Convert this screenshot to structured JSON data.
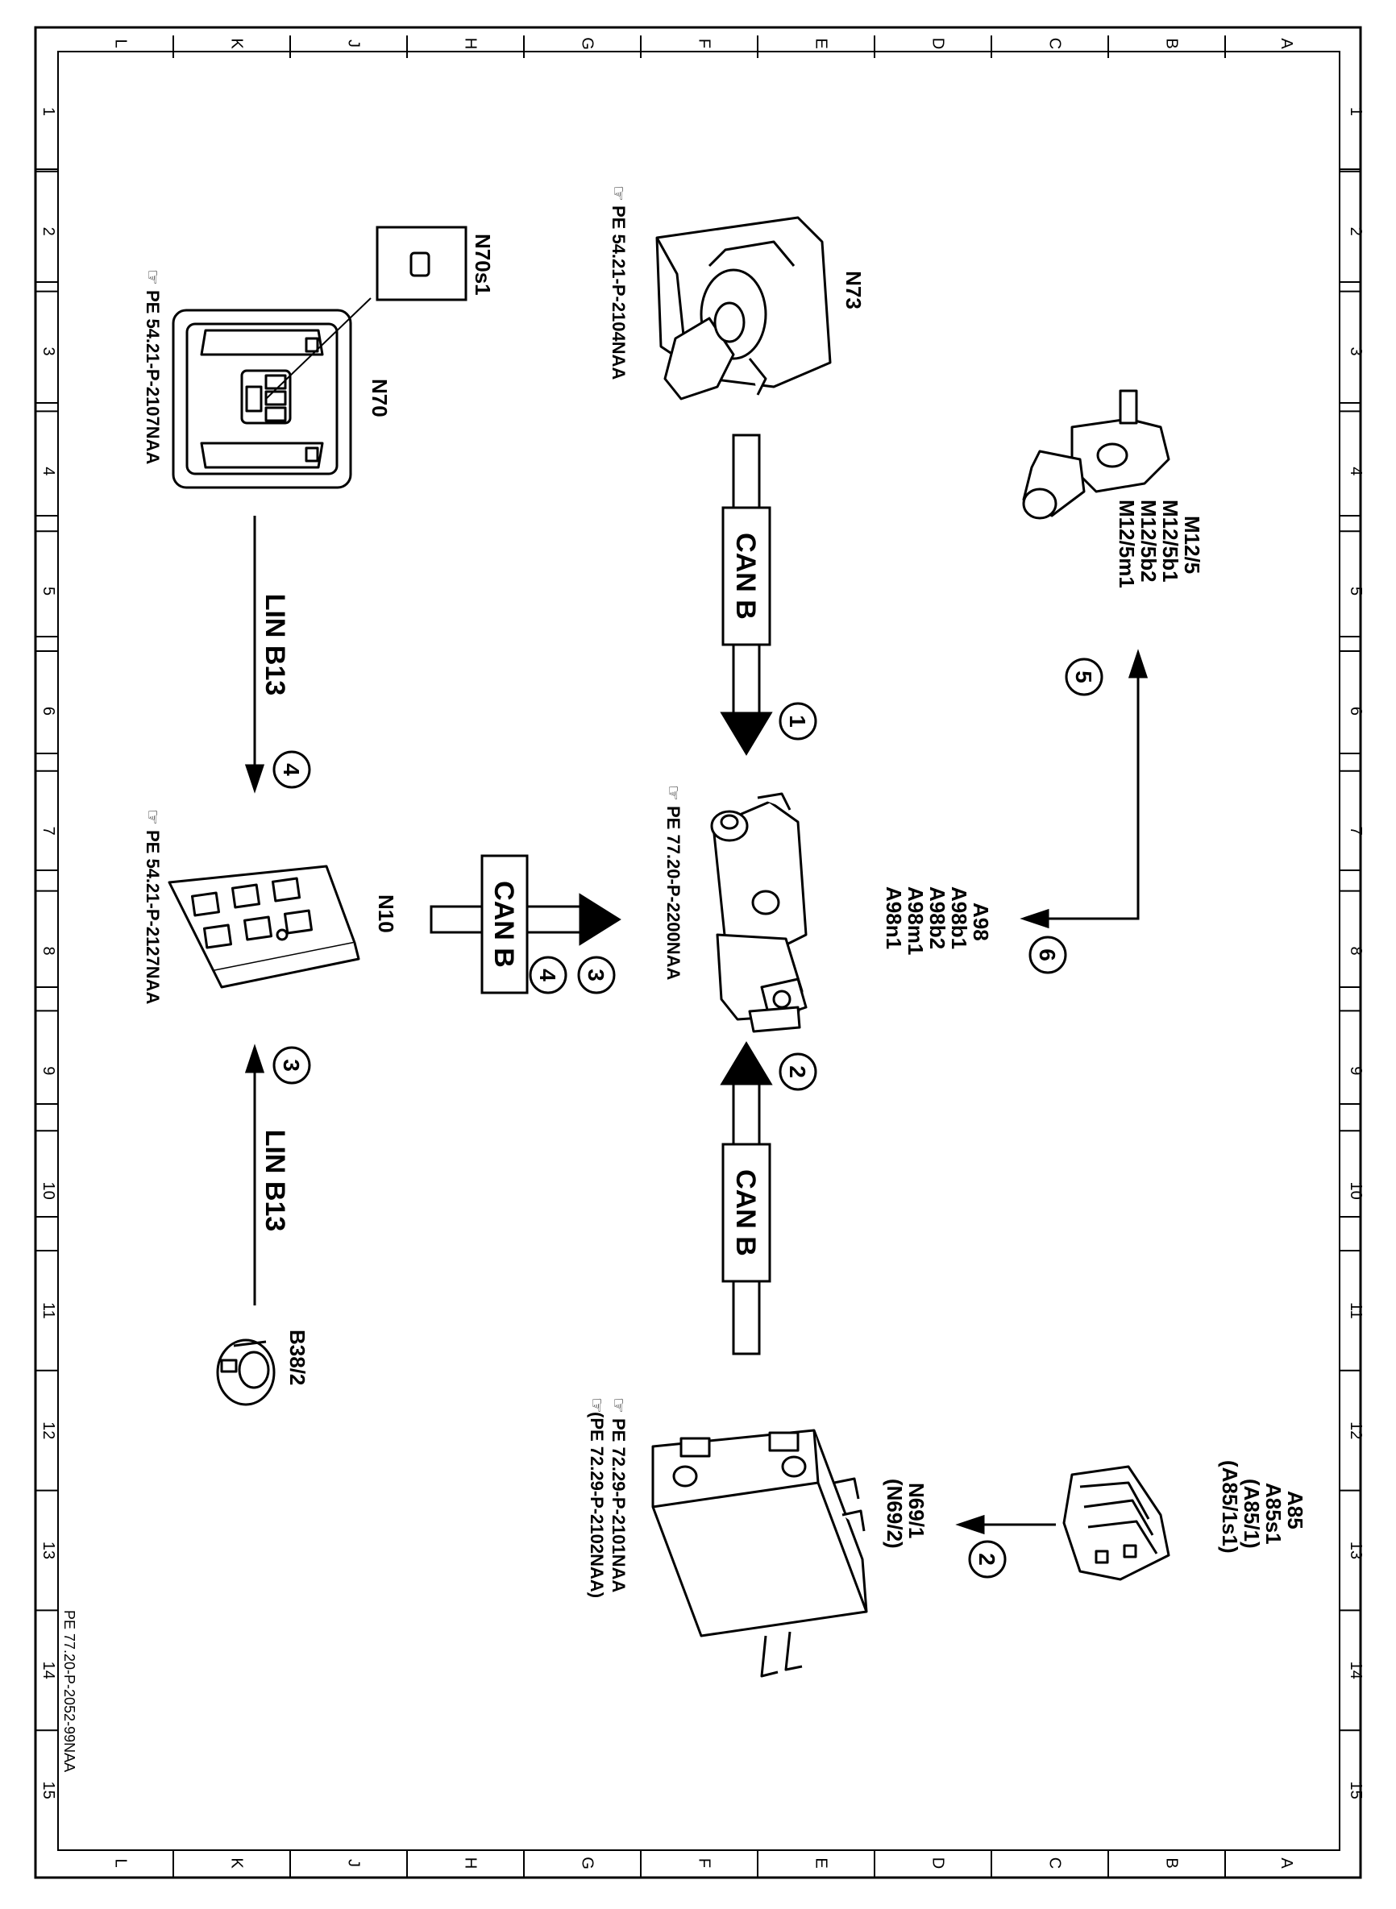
{
  "columns": [
    "L",
    "K",
    "J",
    "H",
    "G",
    "F",
    "E",
    "D",
    "C",
    "B",
    "A"
  ],
  "rows": [
    "1",
    "2",
    "3",
    "4",
    "5",
    "6",
    "7",
    "8",
    "9",
    "10",
    "11",
    "12",
    "13",
    "14",
    "15"
  ],
  "components": {
    "n73": {
      "label": "N73",
      "ref": "PE 54.21-P-2104NAA"
    },
    "m12": {
      "labels": [
        "M12/5",
        "M12/5b1",
        "M12/5b2",
        "M12/5m1"
      ]
    },
    "n70": {
      "label": "N70",
      "ref": "PE 54.21-P-2107NAA"
    },
    "n70s1": {
      "label": "N70s1"
    },
    "a98": {
      "labels": [
        "A98",
        "A98b1",
        "A98b2",
        "A98m1",
        "A98n1"
      ],
      "ref": "PE 77.20-P-2200NAA"
    },
    "n10": {
      "label": "N10",
      "ref": "PE 54.21-P-2127NAA"
    },
    "b38": {
      "label": "B38/2"
    },
    "n69": {
      "labels": [
        "N69/1",
        "(N69/2)"
      ],
      "refs": [
        "PE 72.29-P-2101NAA",
        "(PE 72.29-P-2102NAA)"
      ]
    },
    "a85": {
      "labels": [
        "A85",
        "A85s1",
        "(A85/1)",
        "(A85/1s1)"
      ]
    }
  },
  "buses": {
    "can_top": "CAN B",
    "can_mid": "CAN B",
    "can_bottom": "CAN B",
    "lin_top": "LIN B13",
    "lin_bottom": "LIN B13"
  },
  "steps": {
    "s1": "1",
    "s2a": "2",
    "s2b": "2",
    "s3a": "3",
    "s3b": "3",
    "s4a": "4",
    "s4b": "4",
    "s5": "5",
    "s6": "6"
  },
  "footer_code": "PE 77.20-P-2052-99NAA"
}
